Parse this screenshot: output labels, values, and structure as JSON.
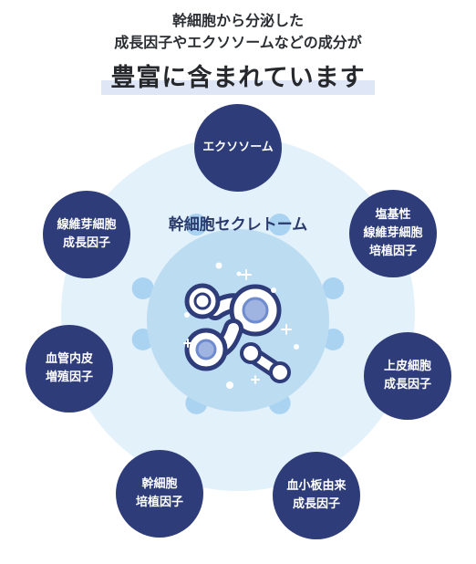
{
  "header": {
    "line1": "幹細胞から分泌した",
    "line2": "成長因子やエクソソームなどの成分が",
    "headline": "豊富に含まれています"
  },
  "diagram": {
    "center_title": "幹細胞セクレトーム",
    "colors": {
      "outer_disc": "#e3f1fb",
      "inner_disc": "#bcdcf2",
      "satellite": "#a9d3f1",
      "node": "#2e3d7a"
    },
    "nodes": [
      {
        "id": "exosome",
        "lines": [
          "エクソソーム"
        ]
      },
      {
        "id": "bfgf",
        "lines": [
          "塩基性",
          "線維芽細胞",
          "培植因子"
        ]
      },
      {
        "id": "egf",
        "lines": [
          "上皮細胞",
          "成長因子"
        ]
      },
      {
        "id": "pdgf",
        "lines": [
          "血小板由来",
          "成長因子"
        ]
      },
      {
        "id": "scf",
        "lines": [
          "幹細胞",
          "培植因子"
        ]
      },
      {
        "id": "vegf",
        "lines": [
          "血管内皮",
          "増殖因子"
        ]
      },
      {
        "id": "fgf",
        "lines": [
          "線維芽細胞",
          "成長因子"
        ]
      }
    ]
  }
}
